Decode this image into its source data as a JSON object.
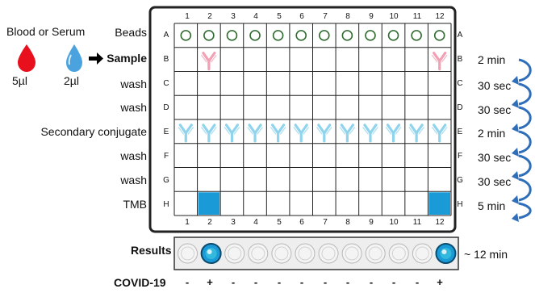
{
  "specimen": {
    "label": "Blood or Serum",
    "blood_volume": "5µl",
    "serum_volume": "2µl"
  },
  "rows": [
    {
      "step": "Beads",
      "letter": "A",
      "time": ""
    },
    {
      "step": "Sample",
      "letter": "B",
      "time": "2 min"
    },
    {
      "step": "wash",
      "letter": "C",
      "time": "30 sec"
    },
    {
      "step": "wash",
      "letter": "D",
      "time": "30 sec"
    },
    {
      "step": "Secondary conjugate",
      "letter": "E",
      "time": "2 min"
    },
    {
      "step": "wash",
      "letter": "F",
      "time": "30 sec"
    },
    {
      "step": "wash",
      "letter": "G",
      "time": "30 sec"
    },
    {
      "step": "TMB",
      "letter": "H",
      "time": "5 min"
    }
  ],
  "columns": [
    "1",
    "2",
    "3",
    "4",
    "5",
    "6",
    "7",
    "8",
    "9",
    "10",
    "11",
    "12"
  ],
  "results": {
    "label": "Results",
    "time": "~ 12 min",
    "positive_wells": [
      2,
      12
    ]
  },
  "covid": {
    "label": "COVID-19",
    "signs": [
      "-",
      "+",
      "-",
      "-",
      "-",
      "-",
      "-",
      "-",
      "-",
      "-",
      "-",
      "+"
    ]
  },
  "colors": {
    "blood": "#e8101c",
    "serum": "#4aa3df",
    "primary_antibody": "#f2a0b4",
    "secondary_antibody": "#8fd3ec",
    "tmb_positive": "#1a9ad6",
    "arrow": "#2f6fba",
    "bead": "#2e6b2e"
  }
}
